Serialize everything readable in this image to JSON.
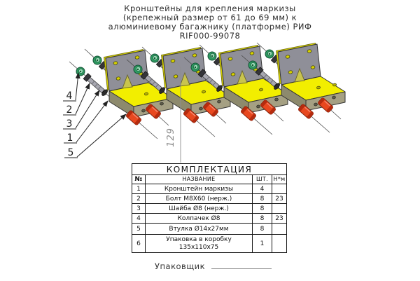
{
  "title": {
    "lines": [
      "Кронштейны для крепления маркизы",
      "(крепежный размер от 61 до 69 мм) к",
      "алюминиевому багажнику (платформе) РИФ",
      "RIF000-99078"
    ]
  },
  "drawing": {
    "callouts": [
      "4",
      "2",
      "3",
      "1",
      "5"
    ],
    "dimension_label": "129"
  },
  "table": {
    "title": "КОМПЛЕКТАЦИЯ",
    "columns": [
      "№",
      "НАЗВАНИЕ",
      "ШТ.",
      "Н*м"
    ],
    "rows": [
      {
        "num": "1",
        "name": "Кронштейн маркизы",
        "qty": "4",
        "torque": ""
      },
      {
        "num": "2",
        "name": "Болт М8Х60 (нерж.)",
        "qty": "8",
        "torque": "23"
      },
      {
        "num": "3",
        "name": "Шайба Ø8 (нерж.)",
        "qty": "8",
        "torque": ""
      },
      {
        "num": "4",
        "name": "Колпачек Ø8",
        "qty": "8",
        "torque": "23"
      },
      {
        "num": "5",
        "name": "Втулка Ø14х27мм",
        "qty": "8",
        "torque": ""
      },
      {
        "num": "6",
        "name": "Упаковка в коробку",
        "name2": "135х110х75",
        "qty": "1",
        "torque": ""
      }
    ]
  },
  "footer": {
    "packer_label": "Упаковщик"
  },
  "colors": {
    "plate_gray": "#8f8f98",
    "edge_yellow": "#d9d400",
    "flange_yellow": "#f2ee00",
    "flange_face": "#a5a083",
    "cap_green": "#2e9960",
    "bushing_red": "#e8481f",
    "bolt_gray": "#a7a7b0",
    "line": "#222222"
  }
}
